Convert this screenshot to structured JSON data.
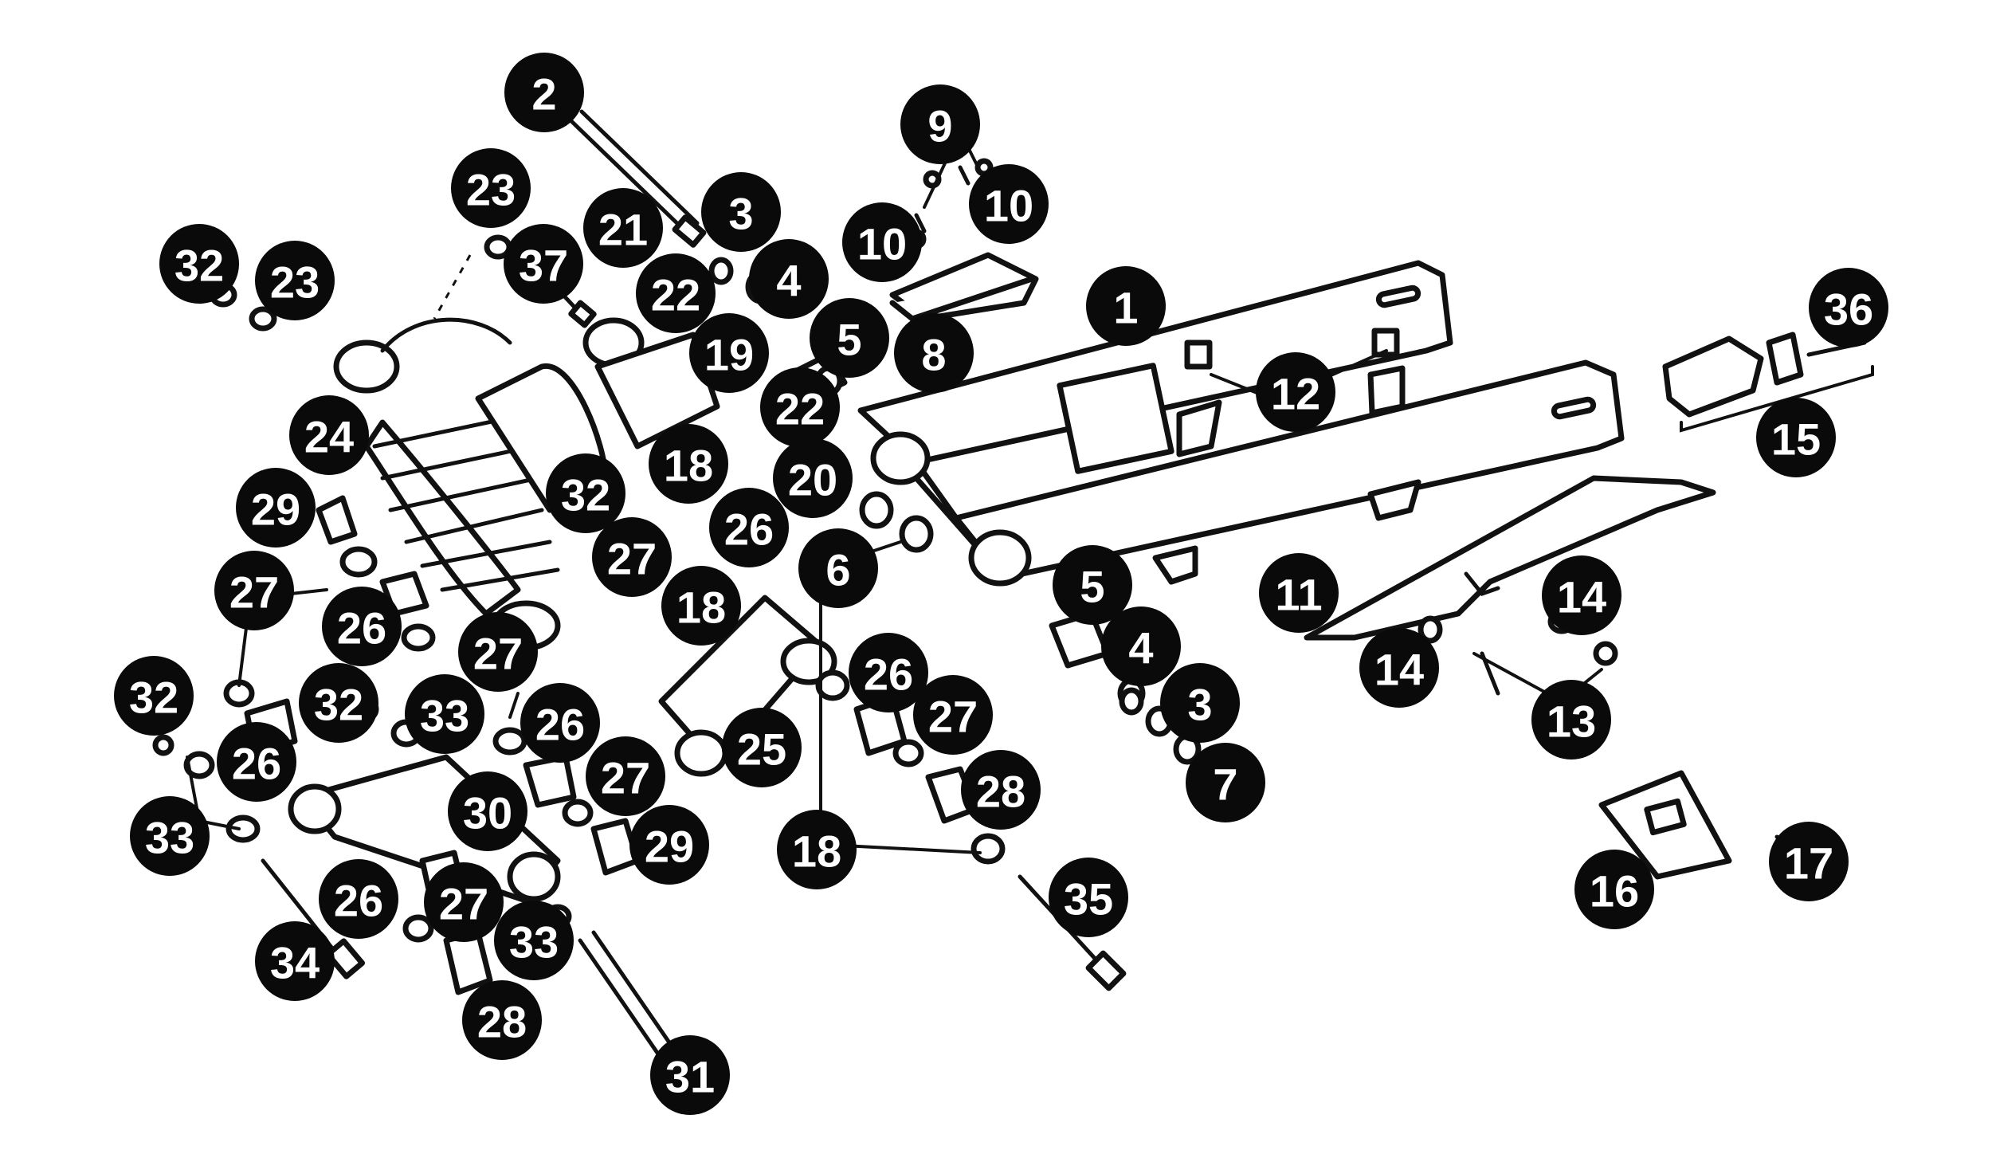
{
  "diagram": {
    "callouts": [
      {
        "id": "c-2",
        "label": "2"
      },
      {
        "id": "c-9",
        "label": "9"
      },
      {
        "id": "c-23a",
        "label": "23"
      },
      {
        "id": "c-10a",
        "label": "10"
      },
      {
        "id": "c-3a",
        "label": "3"
      },
      {
        "id": "c-21",
        "label": "21"
      },
      {
        "id": "c-10b",
        "label": "10"
      },
      {
        "id": "c-32a",
        "label": "32"
      },
      {
        "id": "c-23b",
        "label": "23"
      },
      {
        "id": "c-37",
        "label": "37"
      },
      {
        "id": "c-4a",
        "label": "4"
      },
      {
        "id": "c-22a",
        "label": "22"
      },
      {
        "id": "c-1",
        "label": "1"
      },
      {
        "id": "c-36",
        "label": "36"
      },
      {
        "id": "c-5a",
        "label": "5"
      },
      {
        "id": "c-19",
        "label": "19"
      },
      {
        "id": "c-8",
        "label": "8"
      },
      {
        "id": "c-12",
        "label": "12"
      },
      {
        "id": "c-22b",
        "label": "22"
      },
      {
        "id": "c-24",
        "label": "24"
      },
      {
        "id": "c-15",
        "label": "15"
      },
      {
        "id": "c-18a",
        "label": "18"
      },
      {
        "id": "c-20",
        "label": "20"
      },
      {
        "id": "c-32b",
        "label": "32"
      },
      {
        "id": "c-29a",
        "label": "29"
      },
      {
        "id": "c-26a",
        "label": "26"
      },
      {
        "id": "c-27a",
        "label": "27"
      },
      {
        "id": "c-6",
        "label": "6"
      },
      {
        "id": "c-5b",
        "label": "5"
      },
      {
        "id": "c-27b",
        "label": "27"
      },
      {
        "id": "c-11",
        "label": "11"
      },
      {
        "id": "c-14a",
        "label": "14"
      },
      {
        "id": "c-18b",
        "label": "18"
      },
      {
        "id": "c-26b",
        "label": "26"
      },
      {
        "id": "c-4b",
        "label": "4"
      },
      {
        "id": "c-27c",
        "label": "27"
      },
      {
        "id": "c-14b",
        "label": "14"
      },
      {
        "id": "c-26c",
        "label": "26"
      },
      {
        "id": "c-32c",
        "label": "32"
      },
      {
        "id": "c-32d",
        "label": "32"
      },
      {
        "id": "c-3b",
        "label": "3"
      },
      {
        "id": "c-33a",
        "label": "33"
      },
      {
        "id": "c-26d",
        "label": "26"
      },
      {
        "id": "c-27d",
        "label": "27"
      },
      {
        "id": "c-13",
        "label": "13"
      },
      {
        "id": "c-26e",
        "label": "26"
      },
      {
        "id": "c-25",
        "label": "25"
      },
      {
        "id": "c-7",
        "label": "7"
      },
      {
        "id": "c-27e",
        "label": "27"
      },
      {
        "id": "c-28a",
        "label": "28"
      },
      {
        "id": "c-30",
        "label": "30"
      },
      {
        "id": "c-33b",
        "label": "33"
      },
      {
        "id": "c-29b",
        "label": "29"
      },
      {
        "id": "c-18c",
        "label": "18"
      },
      {
        "id": "c-17",
        "label": "17"
      },
      {
        "id": "c-16",
        "label": "16"
      },
      {
        "id": "c-35",
        "label": "35"
      },
      {
        "id": "c-26f",
        "label": "26"
      },
      {
        "id": "c-27f",
        "label": "27"
      },
      {
        "id": "c-34",
        "label": "34"
      },
      {
        "id": "c-33c",
        "label": "33"
      },
      {
        "id": "c-28b",
        "label": "28"
      },
      {
        "id": "c-31",
        "label": "31"
      }
    ]
  }
}
